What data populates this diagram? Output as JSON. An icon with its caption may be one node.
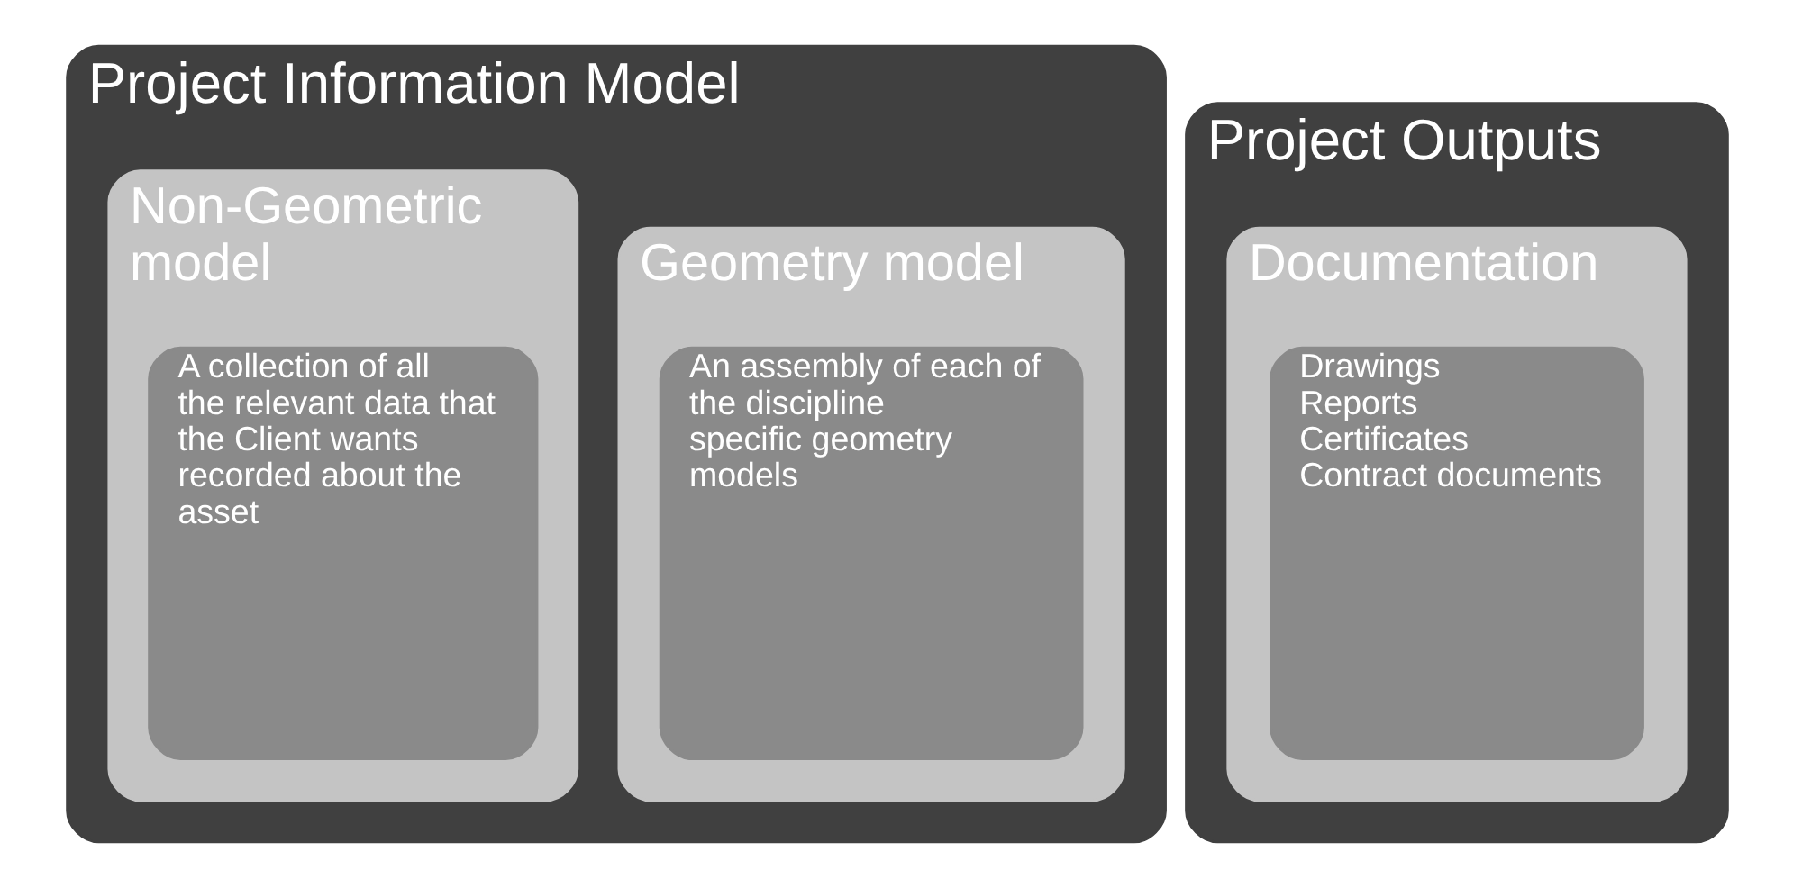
{
  "diagram": {
    "nodes": [
      {
        "text": [
          "Project Information Model"
        ]
      },
      {
        "text": [
          "Geometry model"
        ],
        "in": 0
      },
      {
        "text": [
          "An assembly of each of the discipline specific geometry models"
        ],
        "in": 1
      },
      {
        "text": [
          "Non-Geometric model"
        ],
        "in": 0
      },
      {
        "text": [
          "A collection of all the relevant data that the Client wants recorded about the asset"
        ],
        "in": 3
      },
      {
        "text": [
          "Project Outputs"
        ]
      },
      {
        "text": [
          "Documentation"
        ],
        "in": 5
      },
      {
        "text": [
          "Drawings",
          "Reports",
          "Certificates",
          "Contract documents"
        ],
        "in": 6
      }
    ],
    "edges": []
  }
}
